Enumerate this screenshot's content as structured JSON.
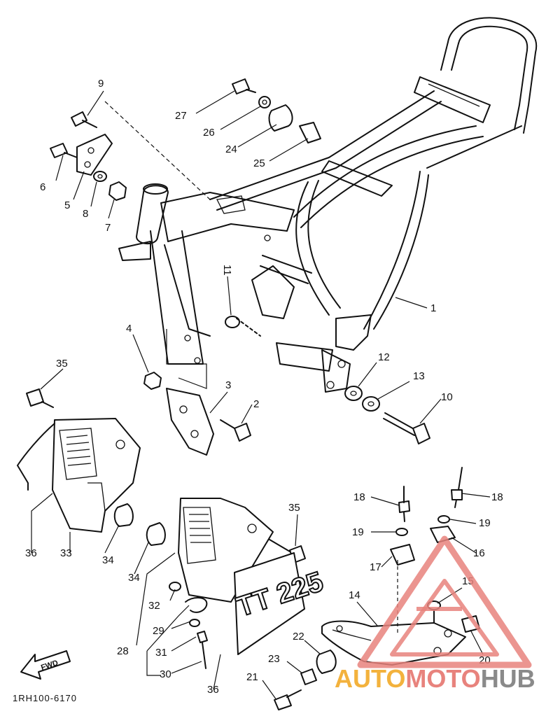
{
  "diagram": {
    "code": "1RH100-6170",
    "fwd_label": "FWD",
    "decal_text": "TT 225"
  },
  "watermark": {
    "parts": [
      "AUTO",
      "MOTO",
      "HUB"
    ],
    "colors": [
      "#f3b23d",
      "#e8837d",
      "#8a8a8a"
    ]
  },
  "callouts": [
    "1",
    "2",
    "3",
    "4",
    "5",
    "6",
    "7",
    "8",
    "9",
    "10",
    "11",
    "12",
    "13",
    "14",
    "15",
    "16",
    "17",
    "18",
    "18",
    "19",
    "19",
    "20",
    "21",
    "22",
    "23",
    "24",
    "25",
    "26",
    "27",
    "28",
    "29",
    "30",
    "31",
    "32",
    "33",
    "34",
    "34",
    "35",
    "35",
    "36",
    "36"
  ]
}
